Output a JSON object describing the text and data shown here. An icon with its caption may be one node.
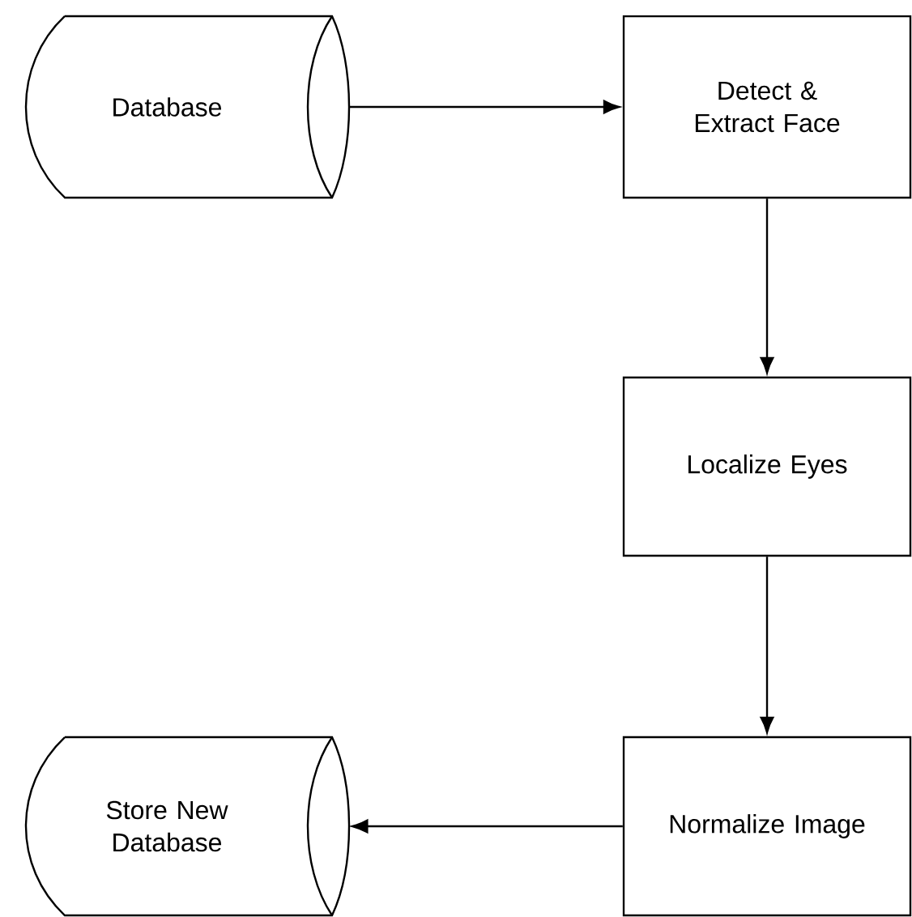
{
  "diagram": {
    "nodes": [
      {
        "text": [
          "Database"
        ]
      },
      {
        "text": [
          "Detect & Extract Face"
        ]
      },
      {
        "text": [
          "Localize Eyes"
        ]
      },
      {
        "text": [
          "Normalize Image"
        ]
      },
      {
        "text": [
          "Store New Database"
        ]
      }
    ],
    "edges": [
      {
        "from": 0,
        "to": 1,
        "arrow": "to"
      },
      {
        "from": 1,
        "to": 2,
        "arrow": "to"
      },
      {
        "from": 2,
        "to": 3,
        "arrow": "to"
      },
      {
        "from": 3,
        "to": 4,
        "arrow": "to"
      }
    ]
  }
}
